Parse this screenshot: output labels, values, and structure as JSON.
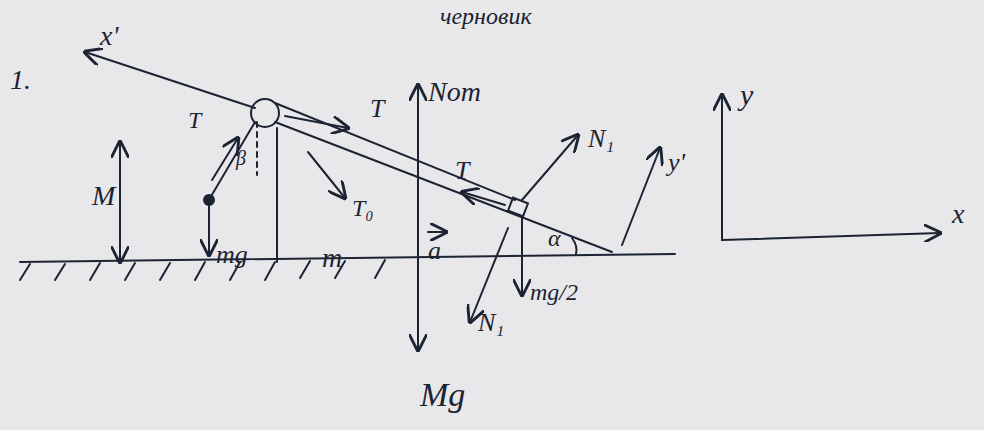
{
  "diagram": {
    "labels": [
      "черновик",
      "1.",
      "x'",
      "T",
      "T",
      "T",
      "Nот",
      "N₁",
      "N₁",
      "y'",
      "y",
      "x",
      "M",
      "mg",
      "m",
      "T₀",
      "a",
      "α",
      "β",
      "mg/2",
      "Mg"
    ]
  }
}
